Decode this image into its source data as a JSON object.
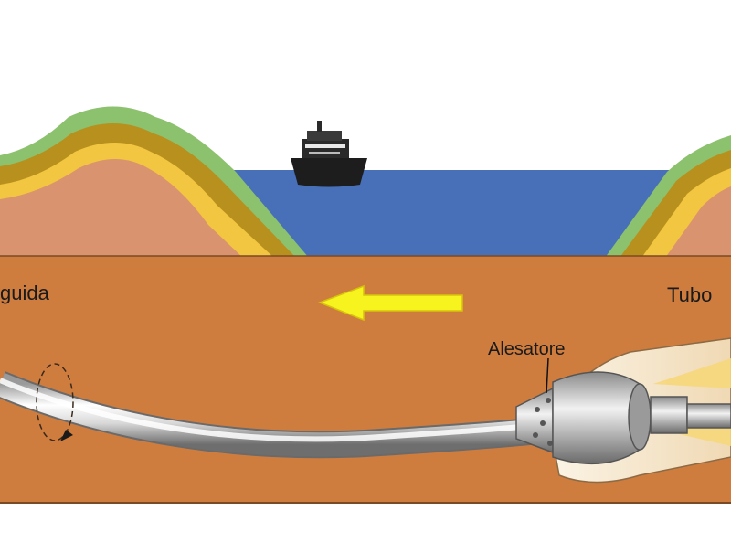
{
  "labels": {
    "left_partial": "guida",
    "right_partial": "Tubo",
    "reamer": "Alesatore"
  },
  "colors": {
    "sky": "#ffffff",
    "sea": "#4870b8",
    "soil": "#cf7d3f",
    "hill_top": "#8cc16e",
    "hill_band_dark": "#b8901e",
    "hill_band_light": "#f2c640",
    "hill_core": "#d9936f",
    "arrow": "#f7f31f",
    "pipe": "#e6e6e6",
    "ship": "#1d1d1d"
  },
  "icons": {
    "ship": "ship-icon",
    "direction_arrow": "arrow-left-icon",
    "rotation": "rotation-arrow-icon"
  }
}
